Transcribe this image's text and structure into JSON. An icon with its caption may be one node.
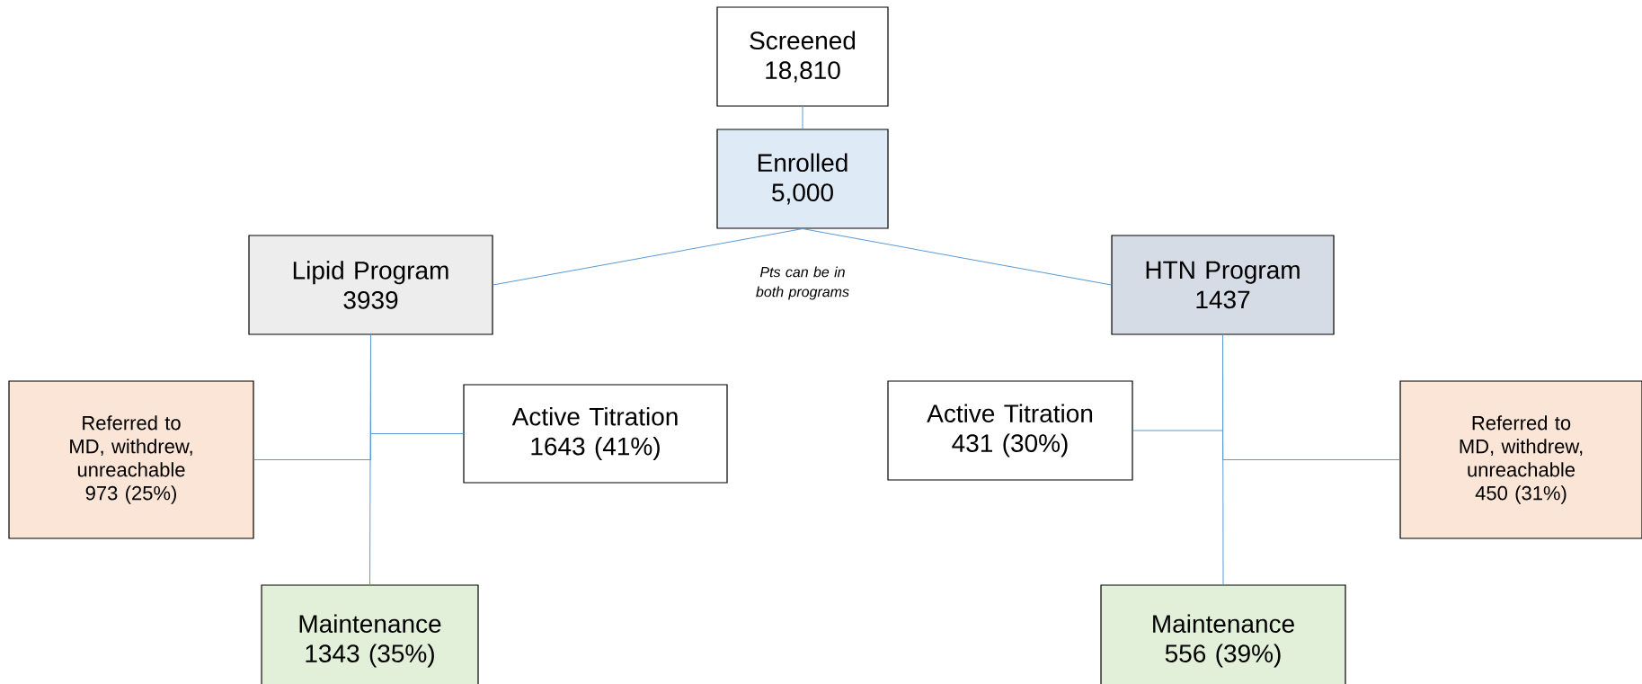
{
  "diagram": {
    "nodes": [
      {
        "text": [
          "Screened",
          "18,810"
        ]
      },
      {
        "text": [
          "Enrolled",
          "5,000"
        ]
      },
      {
        "text": [
          "Lipid Program",
          "3939"
        ]
      },
      {
        "text": [
          "HTN Program",
          "1437"
        ]
      },
      {
        "text": [
          "Referred to MD, withdrew, unreachable",
          "973 (25%)"
        ]
      },
      {
        "text": [
          "Active Titration",
          "1643 (41%)"
        ]
      },
      {
        "text": [
          "Active Titration",
          "431 (30%)"
        ]
      },
      {
        "text": [
          "Referred to MD, withdrew, unreachable",
          "450 (31%)"
        ]
      },
      {
        "text": [
          "Maintenance",
          "1343 (35%)"
        ]
      },
      {
        "text": [
          "Maintenance",
          "556 (39%)"
        ]
      }
    ],
    "edges": [
      {
        "from": 0,
        "to": 1,
        "arrow": "none"
      },
      {
        "from": 1,
        "to": 2,
        "arrow": "none"
      },
      {
        "from": 1,
        "to": 3,
        "arrow": "none"
      },
      {
        "from": 2,
        "to": 5,
        "arrow": "none"
      },
      {
        "from": 2,
        "to": 4,
        "arrow": "none"
      },
      {
        "from": 2,
        "to": 8,
        "arrow": "none"
      },
      {
        "from": 3,
        "to": 6,
        "arrow": "none"
      },
      {
        "from": 3,
        "to": 7,
        "arrow": "none"
      },
      {
        "from": 3,
        "to": 9,
        "arrow": "none"
      }
    ],
    "labels": [
      "Pts can be in both programs"
    ]
  }
}
